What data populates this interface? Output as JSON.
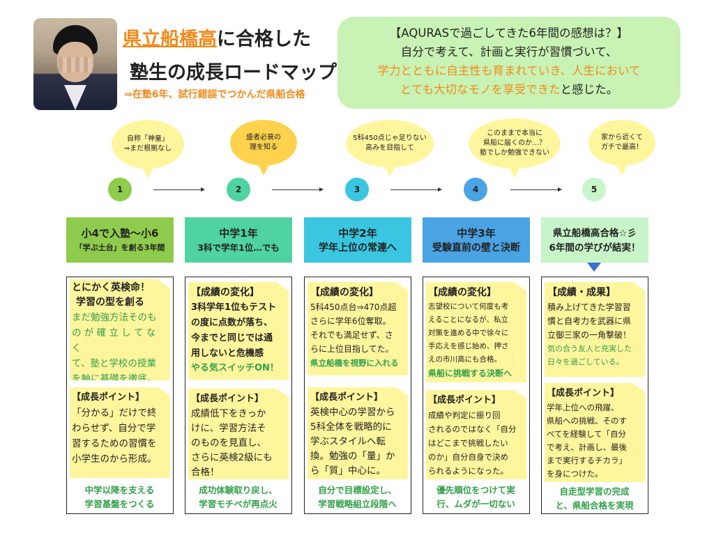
{
  "header": {
    "title_highlight": "県立船橋高",
    "title_rest": "に合格した",
    "title_line2": "塾生の成長ロードマップ",
    "subtitle": "⇒在塾6年、試行錯誤でつかんだ県船合格"
  },
  "impression": {
    "line1": "【AQURASで過ごしてきた6年間の感想は？】",
    "line2": "自分で考えて、計画と実行が習慣づいて、",
    "line3": "学力とともに自主性も育まれていき、人生において",
    "line4_orange": "とても大切なモノを享受できた",
    "line4_rest": "と感じた。"
  },
  "colors": {
    "stage1": "#8fcb4d",
    "stage2": "#4fd3a1",
    "stage3": "#3ac6e0",
    "stage4": "#4aa3e3",
    "stage5": "#c8f5c8",
    "bubble": "#fff59d",
    "bubble_orange": "#ffd24d",
    "note": "#fff59d",
    "accent_orange": "#f08a1c",
    "accent_green": "#33a04a"
  },
  "stages": [
    {
      "number": "1",
      "bubble_l1": "自称「神童」",
      "bubble_l2": "⇒まだ根拠なし",
      "bubble_l3": "",
      "title": "小4で入塾～小6",
      "subtitle": "「学ぶ土台」を創る3年間",
      "note1_lines": [
        "とにかく英検命！",
        "学習の型を創る"
      ],
      "note1_green": [
        "まだ勉強方法そのも",
        "の が 確 立 し て な く",
        "て、塾と学校の授業",
        "を軸に基礎を徹底。"
      ],
      "note2_title": "【成長ポイント】",
      "note2_lines": [
        "「分かる」だけで終",
        "わらせず、自分で学",
        "習するための習慣を",
        "小学生のから形成。"
      ],
      "footer": [
        "中学以降を支える",
        "学習基盤をつくる"
      ]
    },
    {
      "number": "2",
      "bubble_l1": "盛者必衰の",
      "bubble_l2": "理を知る",
      "bubble_l3": "",
      "title": "中学1年",
      "subtitle": "3科で学年1位…でも",
      "note1_title": "【成績の変化】",
      "note1_lines": [
        "3科学年1位もテスト",
        "の度に点数が落ち、",
        "今までと同じでは通",
        "用しないと危機感"
      ],
      "note1_green": [
        "やる気スイッチON！"
      ],
      "note2_title": "【成長ポイント】",
      "note2_lines": [
        "成績低下をきっか",
        "けに、学習方法そ",
        "のものを見直し、",
        "さらに英検2級にも",
        "合格！"
      ],
      "footer": [
        "成功体験取り戻し、",
        "学習モチベが再点火"
      ]
    },
    {
      "number": "3",
      "bubble_l1": "5科450点じゃ足りない",
      "bubble_l2": "高みを目指して",
      "bubble_l3": "",
      "title": "中学2年",
      "subtitle": "学年上位の常連へ",
      "note1_title": "【成績の変化】",
      "note1_lines": [
        "5科450点台⇒470点超",
        "さらに学年6位奪取。",
        "それでも満足せず、さ",
        "らに上位目指してた。"
      ],
      "note1_green": [
        "県立船橋を視野に入れる"
      ],
      "note2_title": "【成長ポイント】",
      "note2_lines": [
        "英検中心の学習から",
        "5科全体を戦略的に",
        "学ぶスタイルへ転",
        "換。勉強の「量」か",
        "ら「質」中心に。"
      ],
      "footer": [
        "自分で目標設定し、",
        "学習戦略組立段階へ"
      ]
    },
    {
      "number": "4",
      "bubble_l1": "このままで本当に",
      "bubble_l2": "県船に届くのか…？",
      "bubble_l3": "塾でしか勉強できない",
      "title": "中学3年",
      "subtitle": "受験直前の壁と決断",
      "note1_title": "【成績の変化】",
      "note1_lines": [
        "志望校について何度も考",
        "えることになるが、私立",
        "対策を進める中で徐々に",
        "手応えを感じ始め、押さ",
        "えの市川高にも合格。"
      ],
      "note1_green": [
        "県船に挑戦する決断へ"
      ],
      "note2_title": "【成長ポイント】",
      "note2_lines": [
        "成績や判定に振り回",
        "されるのではなく「自分",
        "はどこまで挑戦したい",
        "のか」自分自身で決め",
        "られるようになった。"
      ],
      "footer": [
        "優先順位をつけて実",
        "行、ムダが一切ない"
      ]
    },
    {
      "number": "5",
      "bubble_l1": "家から近くて",
      "bubble_l2": "ガチで最高！",
      "bubble_l3": "",
      "title": "県立船橋高合格☆彡",
      "subtitle": "6年間の学びが結実！",
      "note1_title": "【成績・成果】",
      "note1_lines": [
        "積み上げてきた学習習",
        "慣と自考力を武器に県",
        "立御三家の一角撃破！"
      ],
      "note1_green": [
        "気の合う友人と充実した",
        "日々を過ごしている。"
      ],
      "note2_title": "【成長ポイント】",
      "note2_lines": [
        "学年上位への飛躍、",
        "県船への挑戦、そのす",
        "べてを経験して「自分",
        "で考え、計画し、最後",
        "まで実行するチカラ」",
        "を身につけた。"
      ],
      "footer": [
        "自走型学習の完成",
        "と、県船合格を実現"
      ]
    }
  ]
}
